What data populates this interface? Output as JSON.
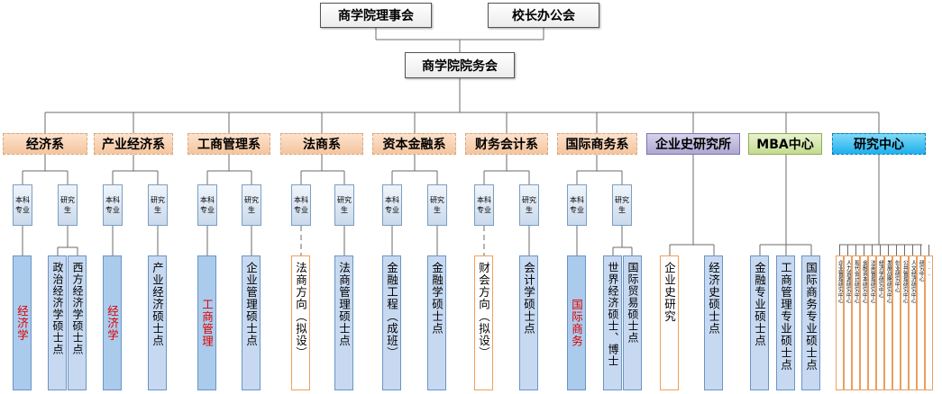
{
  "top": {
    "board": "商学院理事会",
    "president": "校长办公会",
    "academic": "商学院院务会"
  },
  "departments": [
    {
      "name": "经济系",
      "small": [
        "本科专业",
        "研究生"
      ],
      "leaves": [
        "经济学",
        "政治经济学硕士点",
        "西方经济学硕士点"
      ]
    },
    {
      "name": "产业经济系",
      "small": [
        "本科专业",
        "研究生"
      ],
      "leaves": [
        "经济学",
        "产业经济硕士点"
      ]
    },
    {
      "name": "工商管理系",
      "small": [
        "本科专业",
        "研究生"
      ],
      "leaves": [
        "工商管理",
        "企业管理硕士点"
      ]
    },
    {
      "name": "法商系",
      "small": [
        "本科专业",
        "研究生"
      ],
      "leaves": [
        "法商方向（拟设）",
        "法商管理硕士点"
      ]
    },
    {
      "name": "资本金融系",
      "small": [
        "本科专业",
        "研究生"
      ],
      "leaves": [
        "金融工程（成班）",
        "金融学硕士点"
      ]
    },
    {
      "name": "财务会计系",
      "small": [
        "本科专业",
        "研究生"
      ],
      "leaves": [
        "财会方向（拟设）",
        "会计学硕士点"
      ]
    },
    {
      "name": "国际商务系",
      "small": [
        "本科专业",
        "研究生"
      ],
      "leaves": [
        "国际商务",
        "世界经济硕士、博士",
        "国际贸易硕士点"
      ]
    },
    {
      "name": "企业史研究所",
      "leaves": [
        "企业史研究",
        "经济史硕士点"
      ]
    },
    {
      "name": "MBA中心",
      "leaves": [
        "金融专业硕士点",
        "工商管理专业硕士点",
        "国际商务专业硕士点"
      ]
    },
    {
      "name": "研究中心",
      "leaves": [
        "企业管理研究中心",
        "人力资源研究中心",
        "现代会计研究中心",
        "金融资本研究中心",
        "法商管理研究中心",
        "经济学研究中心",
        "发展战略研究中心",
        "创业研究中心",
        "公共管理研究中心",
        "人文经济研究中心",
        "研究中心",
        "···"
      ]
    }
  ],
  "colors": {
    "line": "#6b6b6b",
    "red_text": "#e00000",
    "dept_fill": "#f4c59f",
    "purple_fill": "#aea7d2",
    "green_fill": "#c4dc90",
    "blue_fill": "#1fb0ec"
  }
}
